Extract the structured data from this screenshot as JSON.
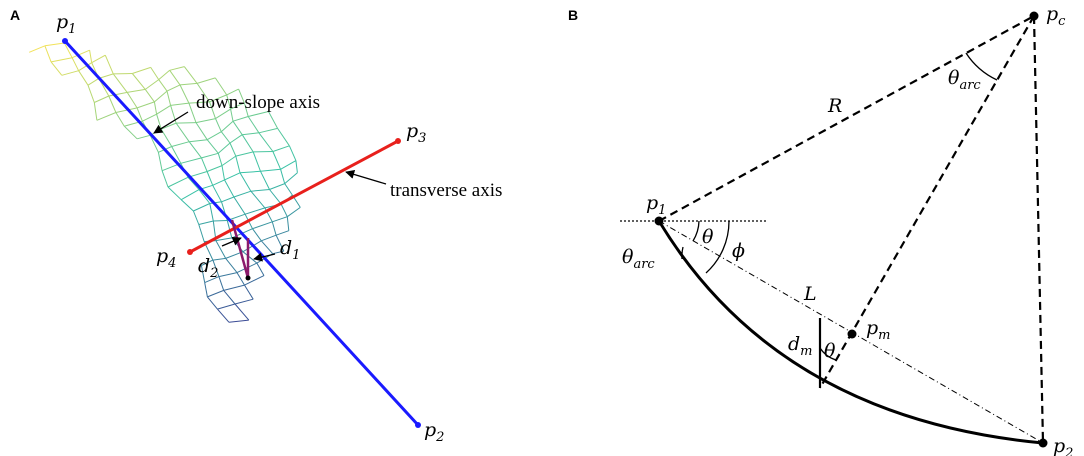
{
  "panel_a": {
    "label": "A",
    "points": {
      "p1": {
        "base": "p",
        "sub": "1"
      },
      "p2": {
        "base": "p",
        "sub": "2"
      },
      "p3": {
        "base": "p",
        "sub": "3"
      },
      "p4": {
        "base": "p",
        "sub": "4"
      }
    },
    "distances": {
      "d1": {
        "base": "d",
        "sub": "1"
      },
      "d2": {
        "base": "d",
        "sub": "2"
      }
    },
    "annotations": {
      "down_slope": "down-slope axis",
      "transverse": "transverse axis"
    },
    "colors": {
      "down_slope_axis": "#1a1aff",
      "transverse_axis": "#e8201c",
      "distance_lines": "#8b1a6b",
      "mesh_high": "#f2e25a",
      "mesh_mid": "#39c2a6",
      "mesh_low": "#3b1f8f"
    }
  },
  "panel_b": {
    "label": "B",
    "points": {
      "p1": {
        "base": "p",
        "sub": "1"
      },
      "p2": {
        "base": "p",
        "sub": "2"
      },
      "pc": {
        "base": "p",
        "sub": "c"
      },
      "pm": {
        "base": "p",
        "sub": "m"
      }
    },
    "symbols": {
      "R": "R",
      "L": "L",
      "theta": "θ",
      "phi": "ϕ",
      "theta_arc_base": "θ",
      "theta_arc_sub": "arc",
      "dm_base": "d",
      "dm_sub": "m"
    }
  }
}
